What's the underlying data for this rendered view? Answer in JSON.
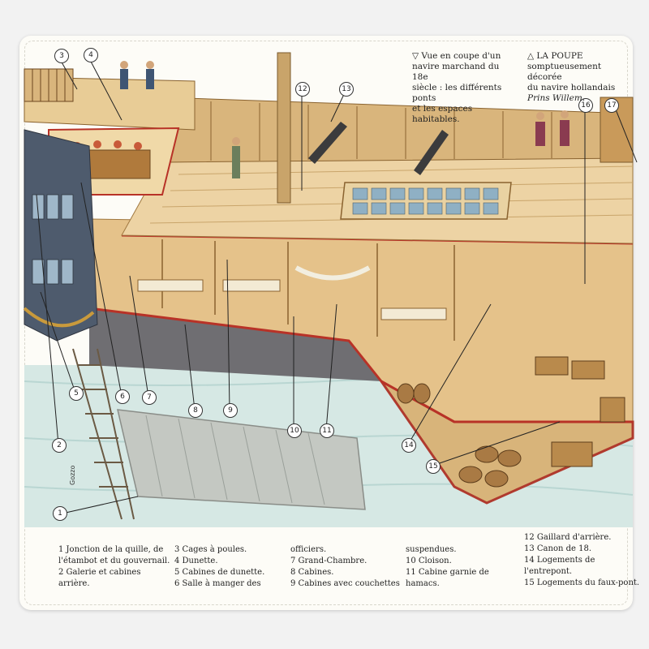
{
  "captions": {
    "section": {
      "symbol": "▽",
      "line1": "Vue en coupe d'un",
      "line2": "navire marchand du 18e",
      "line3": "siècle : les différents ponts",
      "line4": "et les espaces habitables."
    },
    "stern": {
      "symbol": "△",
      "line1": "LA POUPE",
      "line2": "somptueusement décorée",
      "line3": "du navire hollandais",
      "line4": "Prins Willem."
    }
  },
  "legend": {
    "col1": [
      "1 Jonction de la quille, de",
      "l'étambot et du gouvernail.",
      "2 Galerie et cabines",
      "arrière."
    ],
    "col2": [
      "3 Cages à poules.",
      "4 Dunette.",
      "5 Cabines de dunette.",
      "6 Salle à manger des"
    ],
    "col3": [
      "officiers.",
      "7 Grand-Chambre.",
      "8 Cabines.",
      "9 Cabines avec couchettes"
    ],
    "col4": [
      "suspendues.",
      "10 Cloison.",
      "11 Cabine garnie de",
      "hamacs."
    ],
    "col5": [
      "12 Gaillard d'arrière.",
      "13 Canon de 18.",
      "14 Logements de",
      "l'entrepont.",
      "15 Logements du faux-pont."
    ]
  },
  "markers": [
    "1",
    "2",
    "3",
    "4",
    "5",
    "6",
    "7",
    "8",
    "9",
    "10",
    "11",
    "12",
    "13",
    "14",
    "15",
    "16",
    "17"
  ],
  "signature": "Gozzo",
  "colors": {
    "water": "#cfe3e0",
    "wood": "#e9c98f",
    "hull_red": "#c0392b",
    "dark_hull": "#6b6a6e"
  }
}
